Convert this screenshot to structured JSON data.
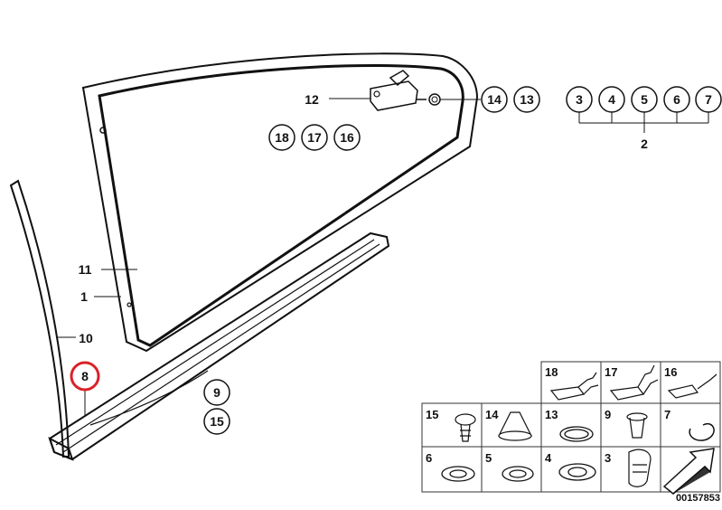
{
  "callouts": {
    "c1": "1",
    "c2": "2",
    "c3": "3",
    "c4": "4",
    "c5": "5",
    "c6": "6",
    "c7": "7",
    "c8": "8",
    "c9": "9",
    "c10": "10",
    "c11": "11",
    "c12": "12",
    "c13": "13",
    "c14": "14",
    "c15": "15",
    "c16": "16",
    "c17": "17",
    "c18": "18"
  },
  "parts_table": {
    "row1": [
      "18",
      "17",
      "16"
    ],
    "row2": [
      "15",
      "14",
      "13",
      "9",
      "7"
    ],
    "row3": [
      "6",
      "5",
      "4",
      "3"
    ]
  },
  "diagram_number": "00157853",
  "colors": {
    "highlight": "#d9232a",
    "ink": "#111111"
  }
}
